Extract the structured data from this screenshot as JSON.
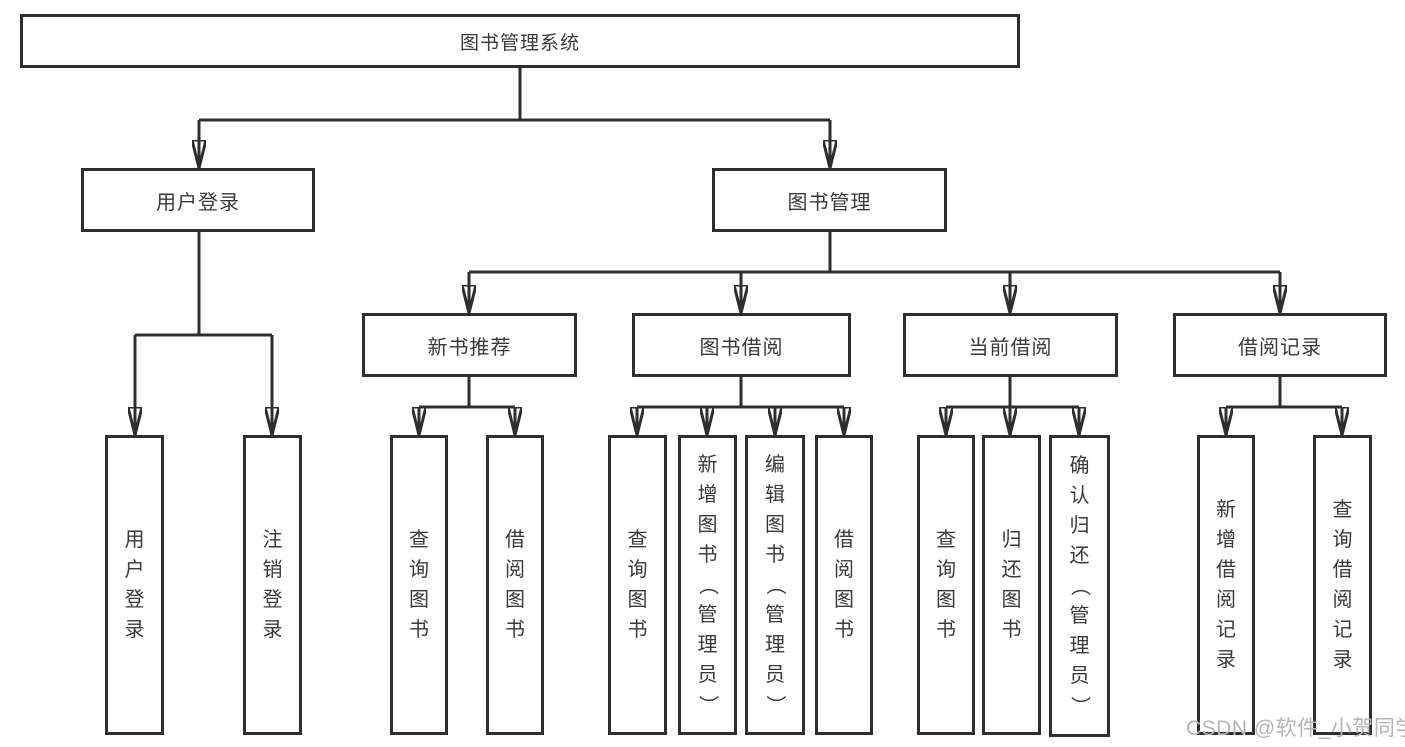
{
  "colors": {
    "line": "#2e2e2e",
    "text": "#3a3a3a",
    "background": "#ffffff",
    "watermark": "#b5b5b5"
  },
  "watermark": "CSDN @软件_小贺同学",
  "nodes": {
    "root": "图书管理系统",
    "user_login": "用户登录",
    "book_mgmt": "图书管理",
    "new_book_rec": "新书推荐",
    "book_borrow": "图书借阅",
    "current_borrow": "当前借阅",
    "borrow_records": "借阅记录",
    "leaf_user_login": "用户登录",
    "leaf_logout": "注销登录",
    "leaf_nb_query": "查询图书",
    "leaf_nb_borrow": "借阅图书",
    "leaf_bb_query": "查询图书",
    "leaf_bb_add": "新增图书（管理员）",
    "leaf_bb_edit": "编辑图书（管理员）",
    "leaf_bb_borrow": "借阅图书",
    "leaf_cb_query": "查询图书",
    "leaf_cb_return": "归还图书",
    "leaf_cb_confirm": "确认归还（管理员）",
    "leaf_br_add": "新增借阅记录",
    "leaf_br_query": "查询借阅记录"
  }
}
